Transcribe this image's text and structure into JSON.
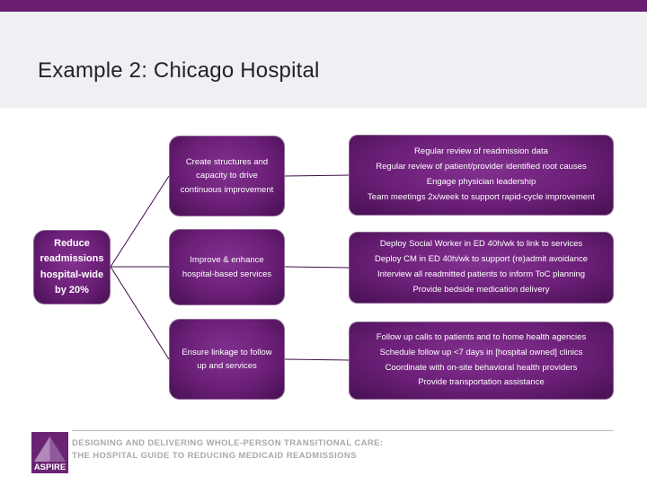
{
  "slide": {
    "title": "Example 2: Chicago Hospital"
  },
  "diagram": {
    "goal": {
      "label": "Reduce readmissions hospital-wide by 20%"
    },
    "rows": [
      {
        "strategy": "Create structures and capacity to drive continuous improvement",
        "tactics": [
          "Regular review of readmission data",
          "Regular review of patient/provider identified root causes",
          "Engage physician leadership",
          "Team meetings 2x/week to support rapid-cycle improvement"
        ]
      },
      {
        "strategy": "Improve & enhance hospital-based services",
        "tactics": [
          "Deploy Social Worker in ED 40h/wk to link to services",
          "Deploy CM in ED 40h/wk to support (re)admit avoidance",
          "Interview all readmitted patients to inform ToC planning",
          "Provide bedside medication delivery"
        ]
      },
      {
        "strategy": "Ensure linkage to follow up and services",
        "tactics": [
          "Follow up calls to patients and to home health agencies",
          "Schedule follow up <7 days in [hospital owned] clinics",
          "Coordinate with on-site behavioral health providers",
          "Provide transportation assistance"
        ]
      }
    ]
  },
  "footer": {
    "logo_text": "ASPIRE",
    "line1": "DESIGNING AND DELIVERING WHOLE-PERSON TRANSITIONAL CARE:",
    "line2": "THE HOSPITAL GUIDE TO REDUCING MEDICAID READMISSIONS"
  },
  "colors": {
    "accent_purple": "#691e72",
    "box_fill_center": "#82318f",
    "box_fill_edge": "#471052",
    "connector_line": "#3f0e47",
    "header_background": "#f0eff4",
    "footer_text_gray": "#a9a9ad"
  }
}
